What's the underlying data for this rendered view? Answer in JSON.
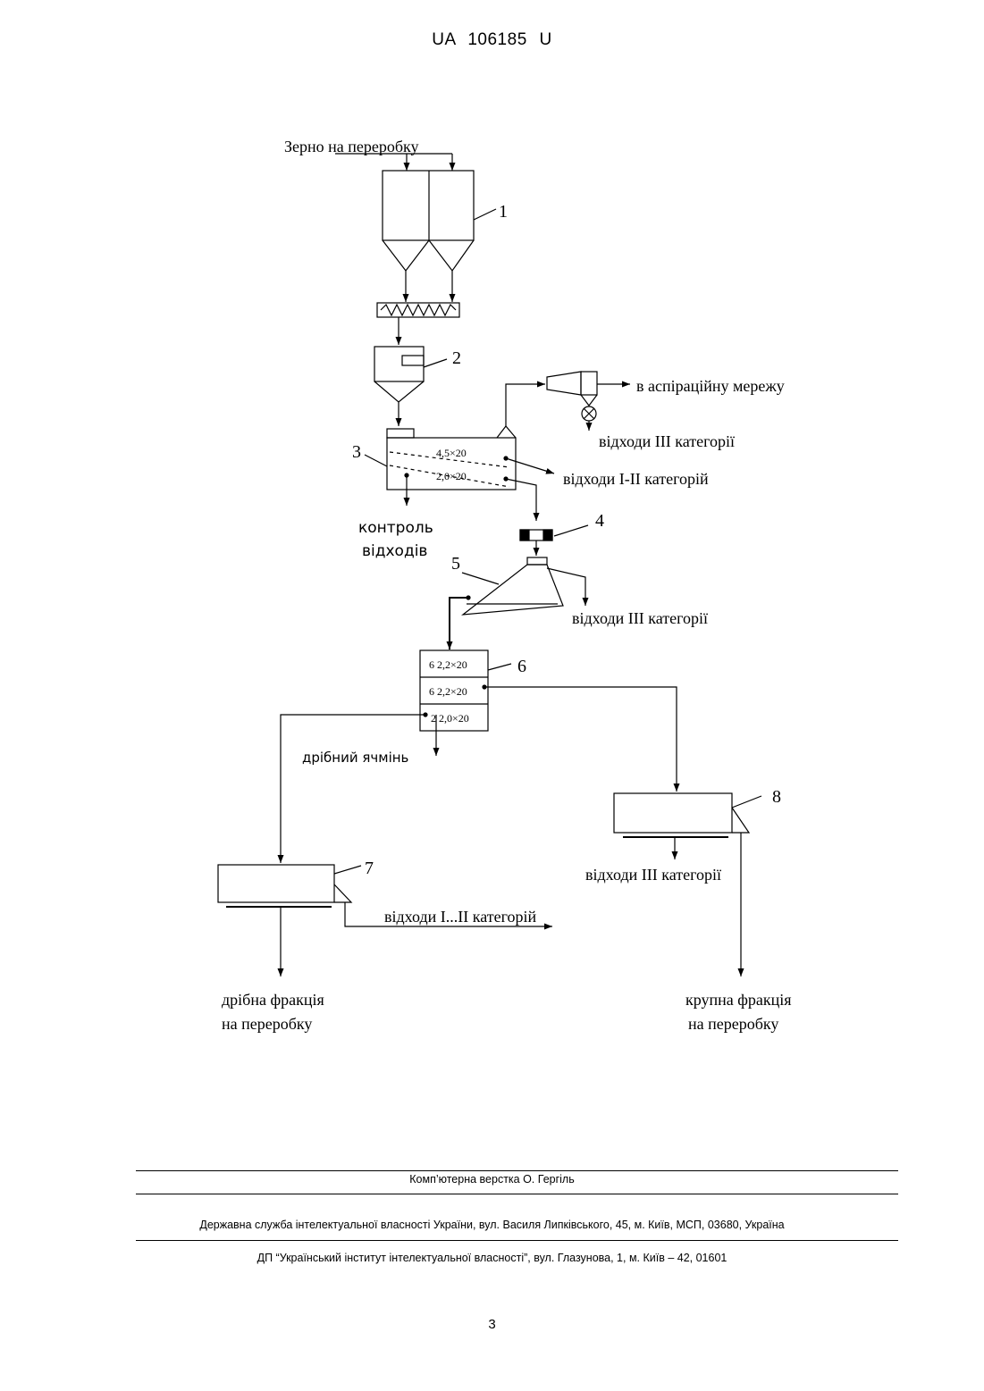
{
  "header": {
    "doc_number": "UA 106185 U"
  },
  "diagram": {
    "input_label": "Зерно на переробку",
    "unit_numbers": [
      "1",
      "2",
      "3",
      "4",
      "5",
      "6",
      "7",
      "8"
    ],
    "to_aspiration": "в аспіраційну мережу",
    "waste_cat3_a": "відходи III категорії",
    "sieve_3_upper": "4,5×20",
    "sieve_3_lower": "2,0×20",
    "waste_cat12": "відходи I-II категорій",
    "control_line1": "контроль",
    "control_line2": "відходів",
    "waste_cat3_b": "відходи  III категорії",
    "sieve_6_row1": "6  2,2×20",
    "sieve_6_row2": "6  2,2×20",
    "sieve_6_row3": "2  2,0×20",
    "small_barley": "дрібний   ячмінь",
    "waste_cat3_c": "відходи III категорії",
    "waste_cat12_b": "відходи I...II категорій",
    "fine_fraction_line1": "дрібна фракція",
    "fine_fraction_line2": "на переробку",
    "coarse_fraction_line1": "крупна фракція",
    "coarse_fraction_line2": "на переробку"
  },
  "footer": {
    "layout_credit": "Комп’ютерна верстка О. Гергіль",
    "agency": "Державна служба інтелектуальної власності України, вул. Василя Липківського, 45, м. Київ, МСП, 03680, Україна",
    "institute": "ДП “Український інститут інтелектуальної власності”, вул. Глазунова, 1, м. Київ – 42, 01601",
    "page_number": "3"
  }
}
